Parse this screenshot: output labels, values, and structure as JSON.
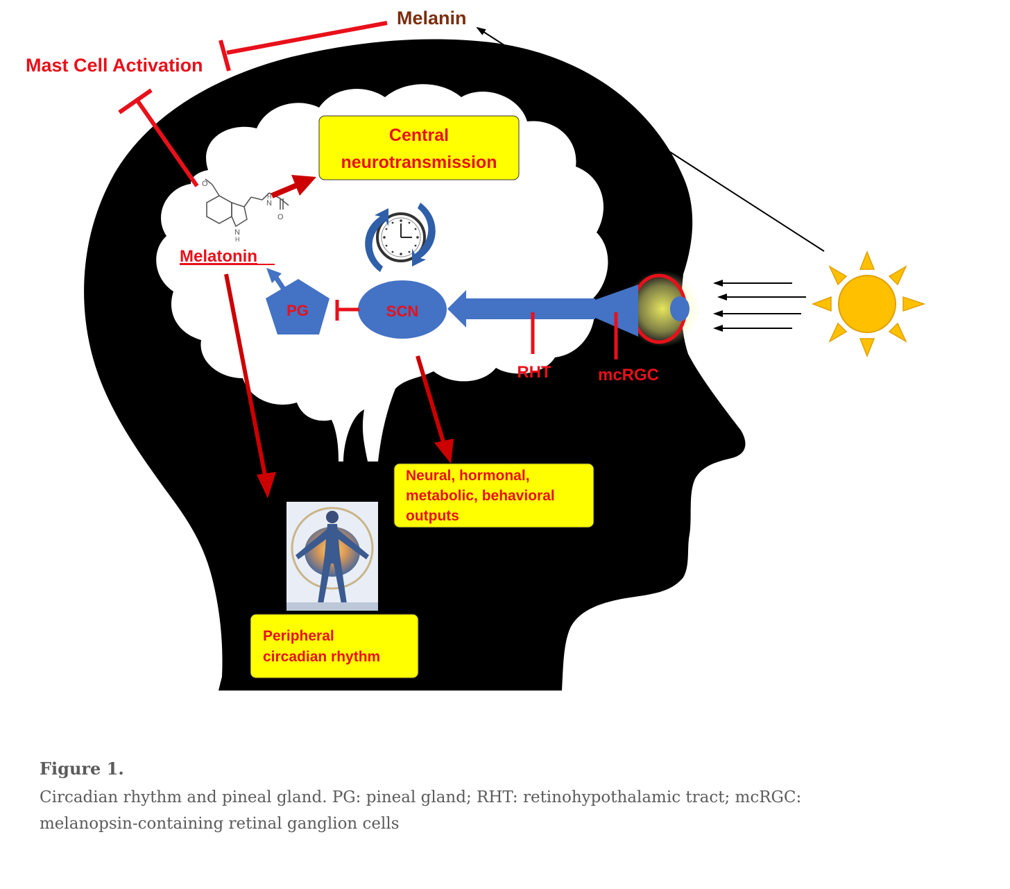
{
  "diagram": {
    "labels": {
      "melanin": "Melanin",
      "mast_cell_activation": "Mast Cell Activation",
      "central_neurotransmission_line1": "Central",
      "central_neurotransmission_line2": "neurotransmission",
      "melatonin": "Melatonin",
      "pg": "PG",
      "scn": "SCN",
      "rht": "RHT",
      "mcrgc": "mcRGC",
      "outputs_line1": "Neural, hormonal,",
      "outputs_line2": "metabolic, behavioral",
      "outputs_line3": "outputs",
      "peripheral_line1": "Peripheral",
      "peripheral_line2": "circadian rhythm",
      "molecule_o": "O",
      "molecule_n": "N",
      "molecule_h": "H",
      "molecule_nh": "N",
      "molecule_h2": "H",
      "molecule_o2": "O"
    },
    "colors": {
      "head": "#000000",
      "brain": "#ffffff",
      "label_red": "#e8101a",
      "melanin_brown": "#7a2e0e",
      "box_yellow": "#ffff00",
      "blue_shape": "#4472c4",
      "sun": "#ffc000",
      "arrow_red": "#cc0000"
    }
  },
  "caption": {
    "title": "Figure 1.",
    "text_line1": "Circadian rhythm and pineal gland. PG: pineal gland; RHT: retinohypothalamic tract; mcRGC:",
    "text_line2": "melanopsin-containing retinal ganglion cells"
  }
}
